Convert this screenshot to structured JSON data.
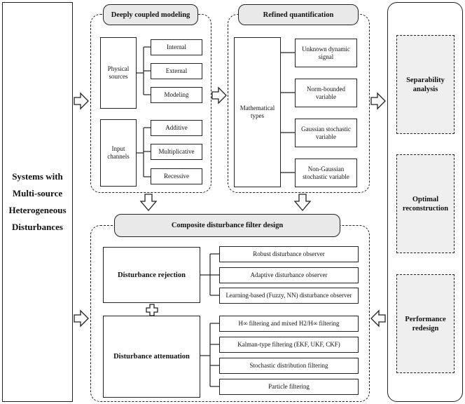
{
  "left_panel": {
    "lines": [
      "Systems with",
      "Multi-source",
      "Heterogeneous",
      "Disturbances"
    ]
  },
  "coupled": {
    "title": "Deeply coupled modeling",
    "physical": {
      "label": "Physical sources",
      "items": [
        "Internal",
        "External",
        "Modeling"
      ]
    },
    "input": {
      "label": "Input channels",
      "items": [
        "Additive",
        "Multiplicative",
        "Recessive"
      ]
    }
  },
  "refined": {
    "title": "Refined quantification",
    "label": "Mathematical types",
    "items": [
      "Unknown dynamic signal",
      "Norm-bounded variable",
      "Gaussian stochastic variable",
      "Non-Gaussian stochastic variable"
    ]
  },
  "composite": {
    "title": "Composite disturbance filter design",
    "rejection": {
      "label": "Disturbance rejection",
      "items": [
        "Robust disturbance observer",
        "Adaptive disturbance observer",
        "Learning-based (Fuzzy, NN) disturbance observer"
      ]
    },
    "attenuation": {
      "label": "Disturbance attenuation",
      "items": [
        "H∞ filtering and mixed H2/H∞ filtering",
        "Kalman-type filtering (EKF, UKF, CKF)",
        "Stochastic distribution filtering",
        "Particle filtering"
      ]
    }
  },
  "right_panel": {
    "items": [
      "Separability analysis",
      "Optimal reconstruction",
      "Performance redesign"
    ]
  },
  "colors": {
    "line": "#222222",
    "pill_fill": "#e9e9e9",
    "analysis_fill": "#efefef"
  }
}
